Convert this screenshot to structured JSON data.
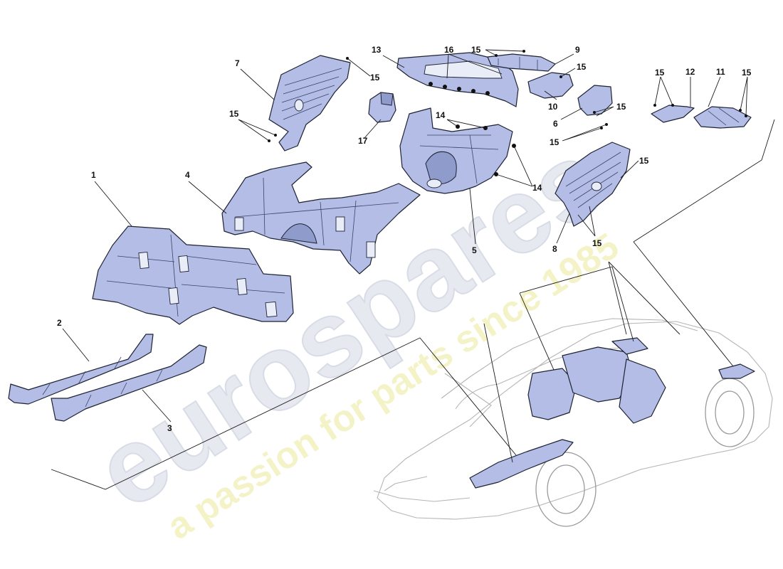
{
  "callouts": [
    {
      "id": "c1",
      "label": "1"
    },
    {
      "id": "c2",
      "label": "2"
    },
    {
      "id": "c3",
      "label": "3"
    },
    {
      "id": "c4",
      "label": "4"
    },
    {
      "id": "c5",
      "label": "5"
    },
    {
      "id": "c6",
      "label": "6"
    },
    {
      "id": "c7",
      "label": "7"
    },
    {
      "id": "c8",
      "label": "8"
    },
    {
      "id": "c9",
      "label": "9"
    },
    {
      "id": "c10",
      "label": "10"
    },
    {
      "id": "c11",
      "label": "11"
    },
    {
      "id": "c12",
      "label": "12"
    },
    {
      "id": "c13",
      "label": "13"
    },
    {
      "id": "c14",
      "label": "14"
    },
    {
      "id": "c15",
      "label": "15"
    },
    {
      "id": "c16",
      "label": "16"
    },
    {
      "id": "c17",
      "label": "17"
    }
  ],
  "watermark": {
    "brand": "eurospares",
    "tagline": "a passion for parts since 1985",
    "brand_color": "#d9dde6",
    "tagline_color": "#f2f0b8"
  },
  "colors": {
    "part_fill": "#b3bde6",
    "outline": "#1d2233",
    "car_outline": "#b5b5b5"
  }
}
